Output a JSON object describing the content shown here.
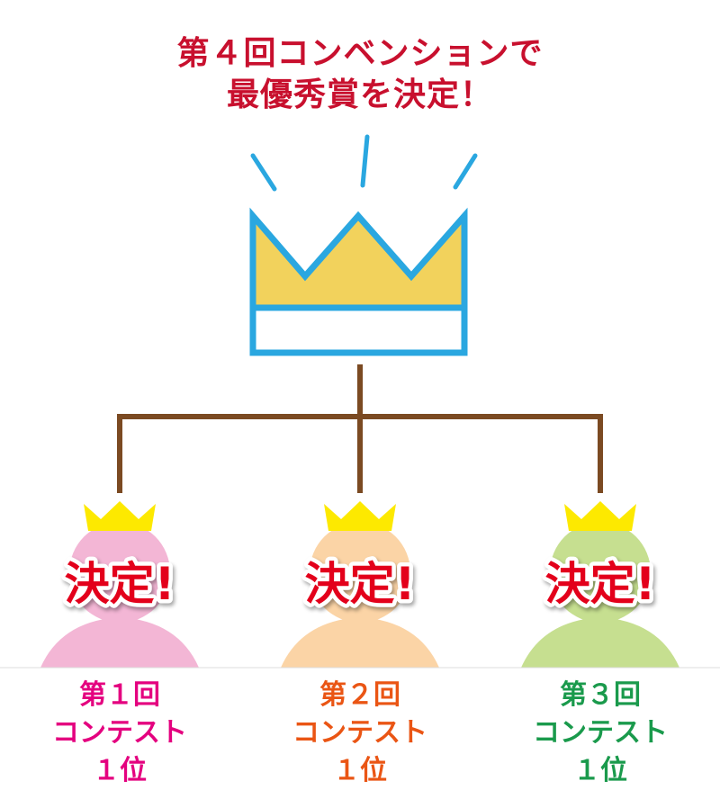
{
  "title": {
    "line1": "第４回コンベンションで",
    "line2": "最優秀賞を決定！",
    "color": "#c8102e"
  },
  "colors": {
    "crown_gold": "#f2d25c",
    "crown_outline": "#2aa7e0",
    "connector": "#7b4a22",
    "mini_crown": "#fde900",
    "badge_text": "#e3001b"
  },
  "nodes": [
    {
      "badge": "決定!",
      "line1": "第１回",
      "line2": "コンテスト",
      "line3": "１位",
      "figure_color": "#f3b6d5",
      "label_color": "#e4007f"
    },
    {
      "badge": "決定!",
      "line1": "第２回",
      "line2": "コンテスト",
      "line3": "１位",
      "figure_color": "#fbd4a6",
      "label_color": "#ea5514"
    },
    {
      "badge": "決定!",
      "line1": "第３回",
      "line2": "コンテスト",
      "line3": "１位",
      "figure_color": "#c6df90",
      "label_color": "#1a9a4c"
    }
  ]
}
